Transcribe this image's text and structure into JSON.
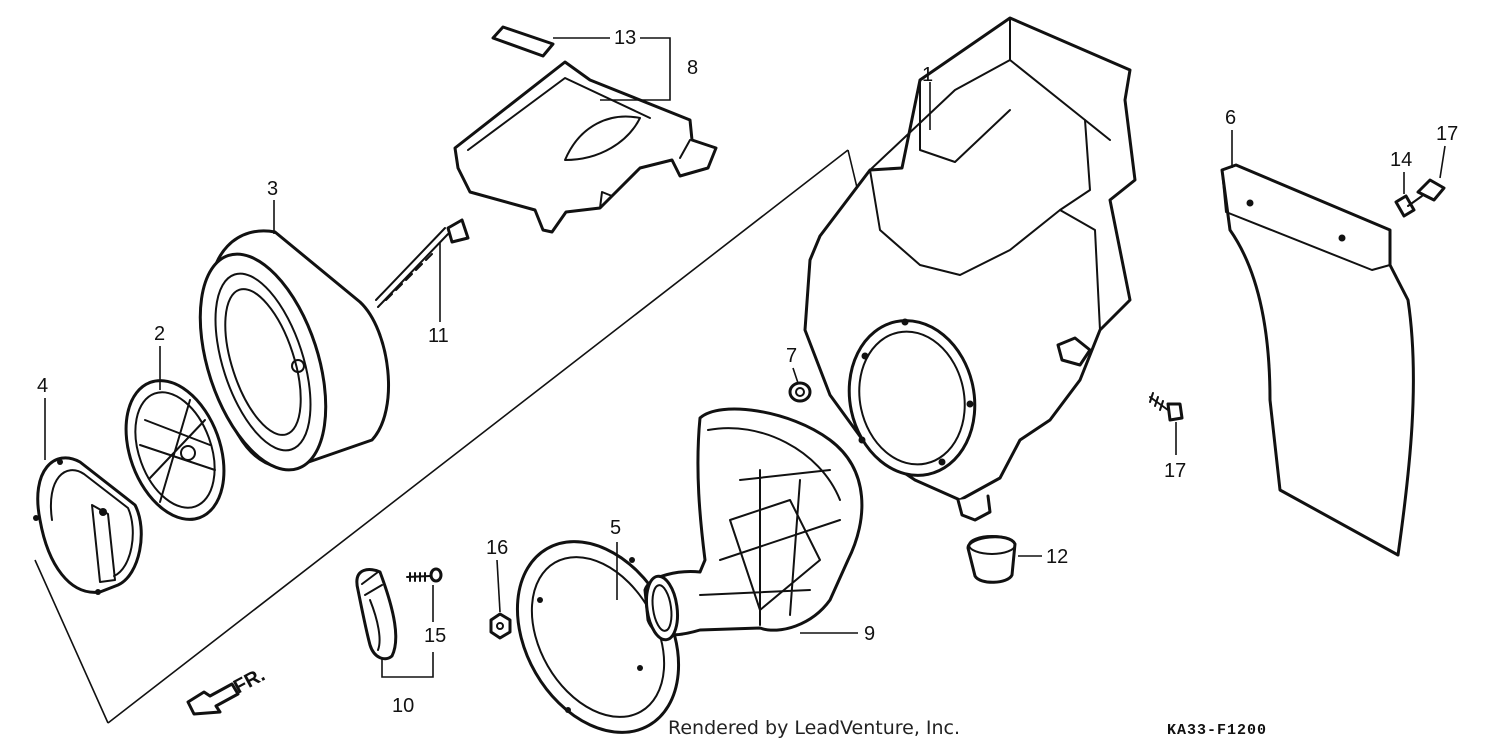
{
  "diagram": {
    "callouts": {
      "c1": "1",
      "c2": "2",
      "c3": "3",
      "c4": "4",
      "c5": "5",
      "c6": "6",
      "c7": "7",
      "c8": "8",
      "c9": "9",
      "c10": "10",
      "c11": "11",
      "c12": "12",
      "c13": "13",
      "c14": "14",
      "c15": "15",
      "c16": "16",
      "c17a": "17",
      "c17b": "17"
    },
    "front_marker": "FR.",
    "credit": "Rendered by LeadVenture, Inc.",
    "diagram_code": "KA33-F1200"
  }
}
